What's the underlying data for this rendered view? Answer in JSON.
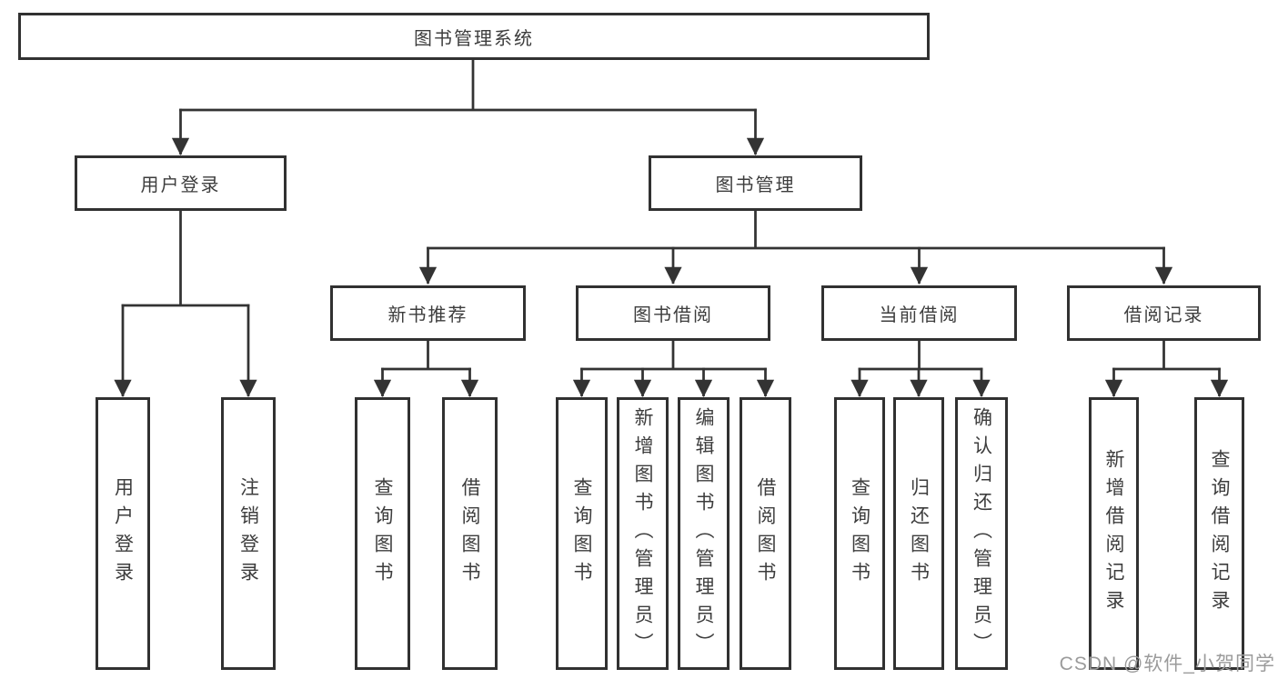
{
  "colors": {
    "line": "#333333",
    "box_border": "#313131",
    "text": "#3d3d3d",
    "watermark": "#9b9b9b"
  },
  "watermark": {
    "text": "CSDN @软件_小贺同学"
  },
  "tree": {
    "root": {
      "label": "图书管理系统"
    },
    "user_login": {
      "label": "用户登录",
      "children": [
        "用户登录",
        "注销登录"
      ]
    },
    "book_mgmt": {
      "label": "图书管理",
      "sections": {
        "new_book": {
          "label": "新书推荐",
          "children": [
            "查询图书",
            "借阅图书"
          ]
        },
        "borrow": {
          "label": "图书借阅",
          "children": [
            "查询图书",
            "新增图书（管理员）",
            "编辑图书（管理员）",
            "借阅图书"
          ]
        },
        "current": {
          "label": "当前借阅",
          "children": [
            "查询图书",
            "归还图书",
            "确认归还（管理员）"
          ]
        },
        "records": {
          "label": "借阅记录",
          "children": [
            "新增借阅记录",
            "查询借阅记录"
          ]
        }
      }
    }
  }
}
